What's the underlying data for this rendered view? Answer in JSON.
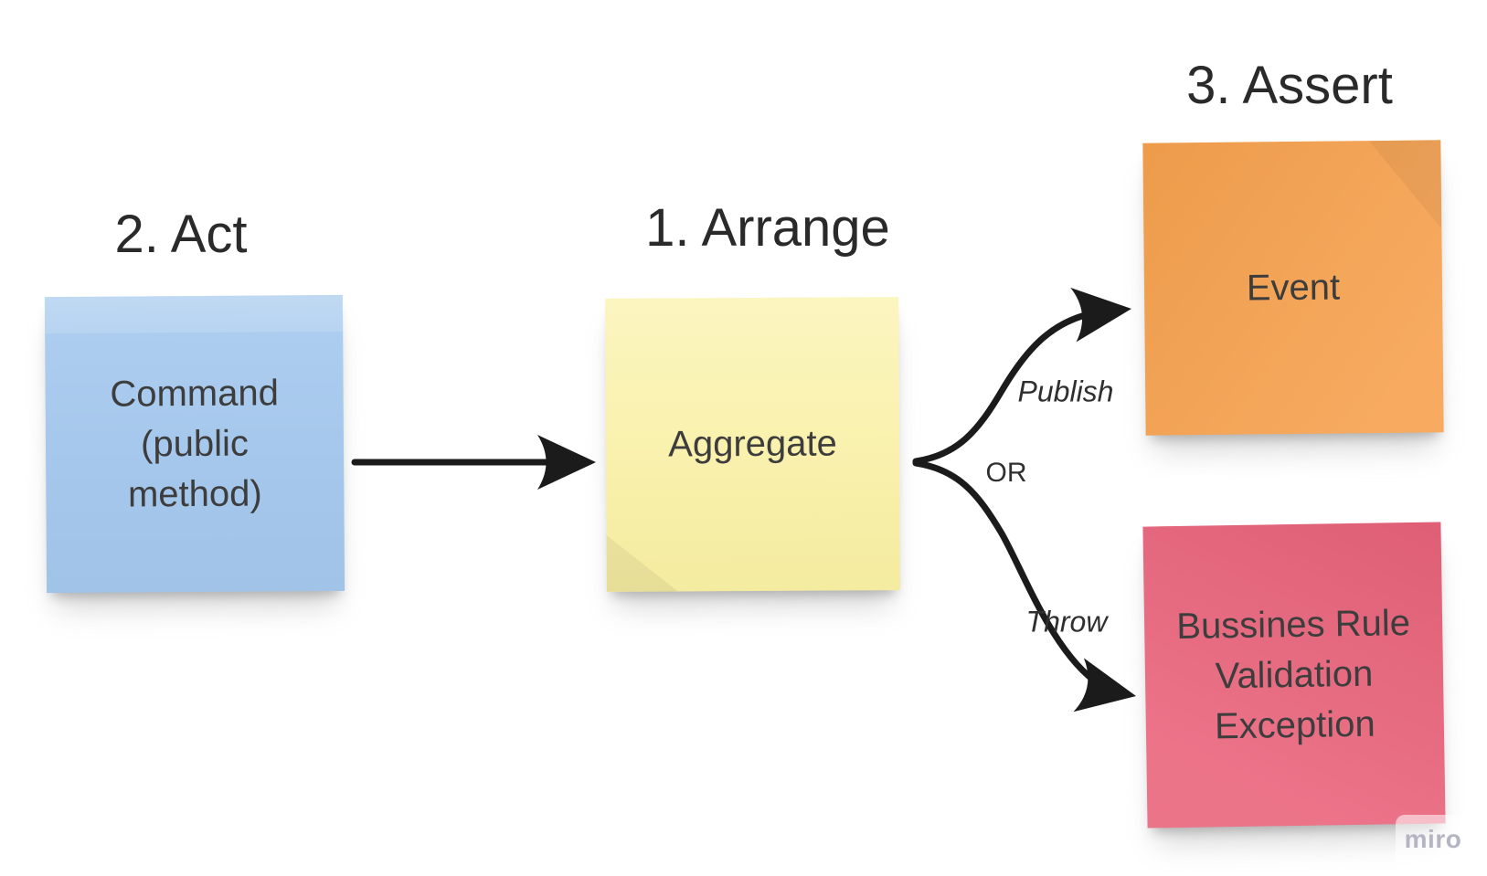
{
  "titles": {
    "act": "2. Act",
    "arrange": "1. Arrange",
    "assert": "3. Assert"
  },
  "notes": {
    "command": {
      "text": "Command (public method)",
      "color": "#a6c9ee"
    },
    "aggregate": {
      "text": "Aggregate",
      "color": "#f9f0a3"
    },
    "event": {
      "text": "Event",
      "color": "#f6a14e"
    },
    "exception": {
      "text": "Bussines Rule Validation Exception",
      "color": "#ea647c"
    }
  },
  "connectors": {
    "publish_label": "Publish",
    "or_label": "OR",
    "throw_label": "Throw",
    "stroke_color": "#1b1b1b"
  },
  "watermark": {
    "text": "miro"
  }
}
